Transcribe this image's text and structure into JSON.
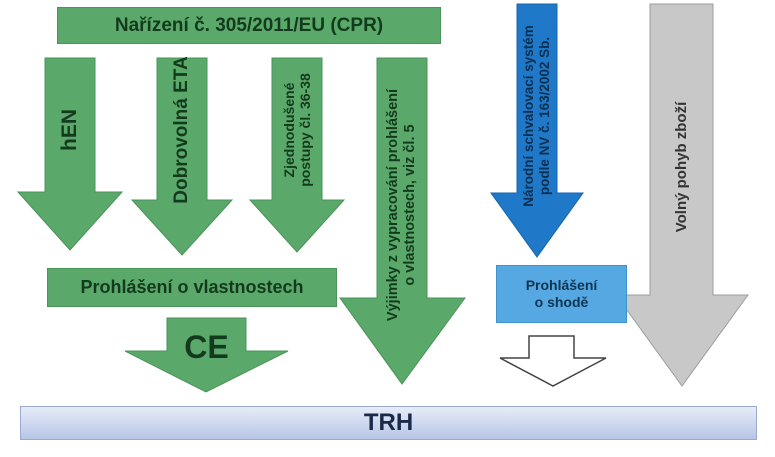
{
  "regulation": {
    "title": "Nařízení č. 305/2011/EU (CPR)"
  },
  "arrows": {
    "hen": "hEN",
    "eta": "Dobrovolná ETA",
    "simplified_line1": "Zjednodušené",
    "simplified_line2": "postupy čl. 36-38",
    "exceptions_line1": "Výjimky z vypracování prohlášení",
    "exceptions_line2": "o vlastnostech, viz čl. 5",
    "national_line1": "Národní schvalovací systém",
    "national_line2": "podle NV č. 163/2002 Sb.",
    "free_movement": "Volný pohyb zboží"
  },
  "declaration_performance": "Prohlášení o vlastnostech",
  "ce_mark": "CE",
  "declaration_conformity_line1": "Prohlášení",
  "declaration_conformity_line2": "o shodě",
  "market": "TRH",
  "colors": {
    "green": "#5aa96a",
    "green_dark": "#3f8a50",
    "blue": "#1f78c8",
    "blue_light": "#56a8e3",
    "grey": "#c8c8c8",
    "market_top": "#e6ecf8",
    "market_bottom": "#b7c5e6"
  }
}
